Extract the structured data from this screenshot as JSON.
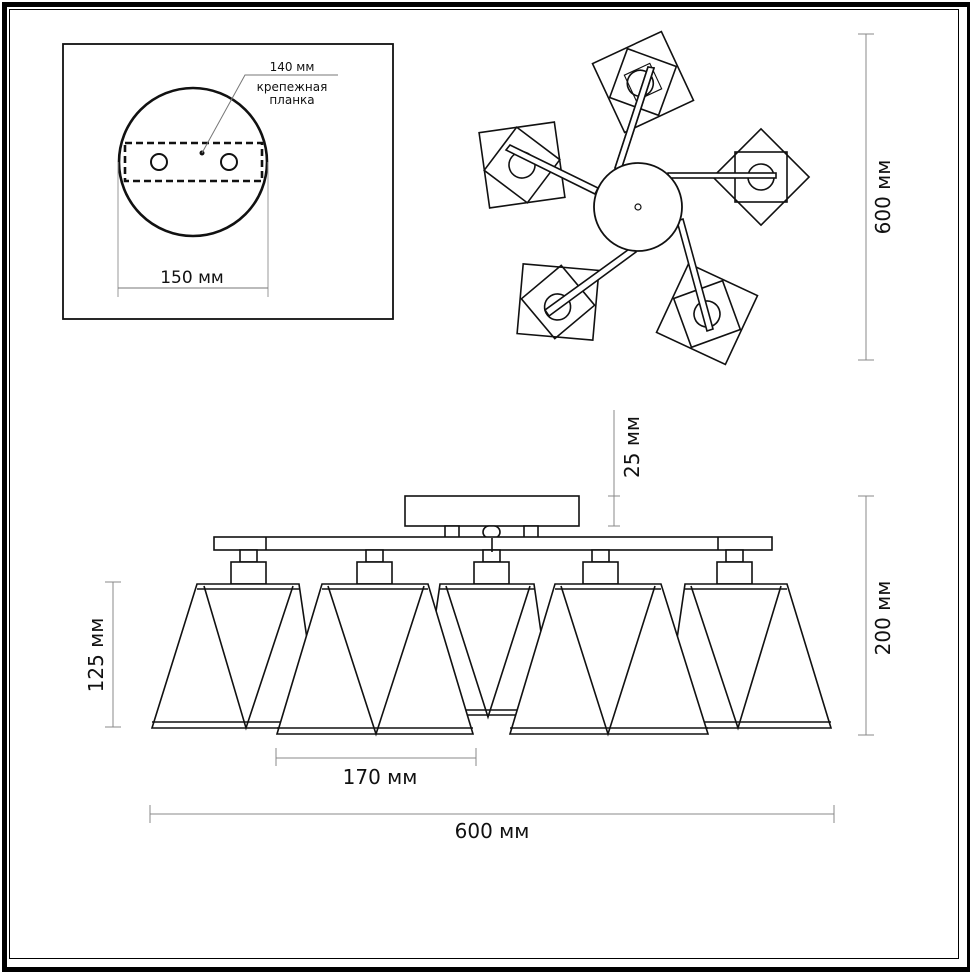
{
  "diagram": {
    "type": "technical-drawing",
    "subject": "5-arm ceiling chandelier with conical shades",
    "line_color": "#111111",
    "dim_line_color": "#777777",
    "background": "#ffffff"
  },
  "mount_plate_view": {
    "bar_length_label": "140 мм",
    "bar_caption_line1": "крепежная",
    "bar_caption_line2": "планка",
    "diameter_label": "150 мм"
  },
  "top_view": {
    "arm_count": 5,
    "width_label": "600 мм"
  },
  "side_view": {
    "canopy_gap_label": "25 мм",
    "total_height_label": "200 мм",
    "shade_height_label": "125 мм",
    "shade_width_label": "170 мм",
    "total_width_label": "600 мм",
    "shade_count": 5
  }
}
